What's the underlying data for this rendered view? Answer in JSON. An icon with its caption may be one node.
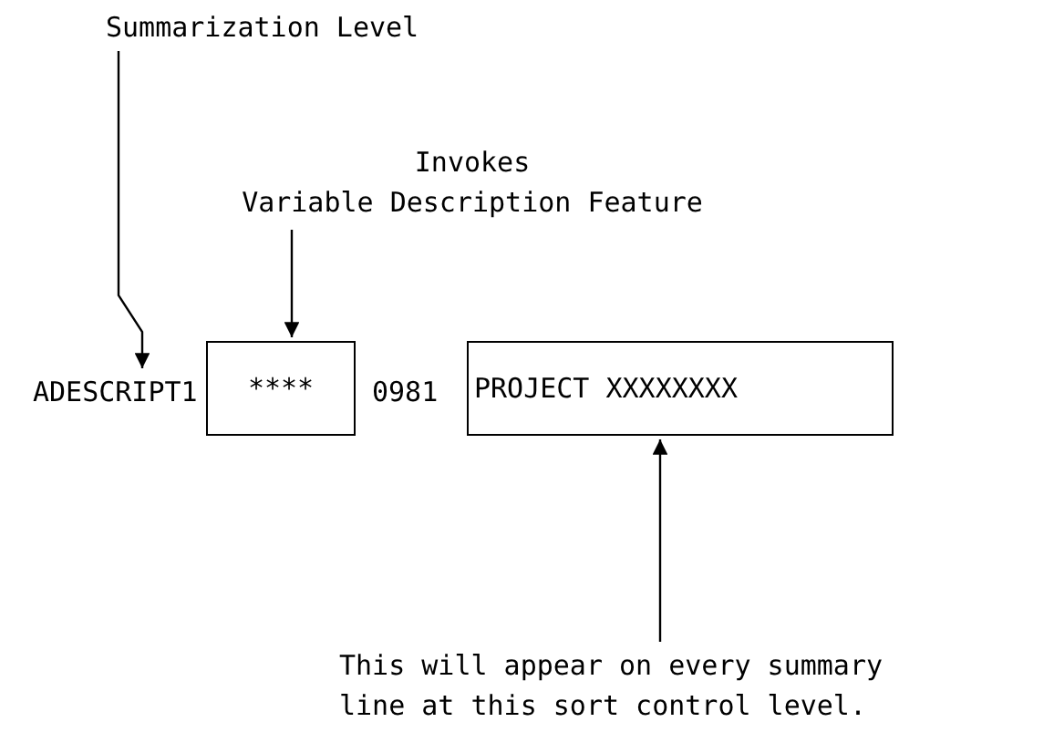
{
  "diagram": {
    "nodes": [
      {
        "text": [
          "Summarization Level"
        ]
      },
      {
        "text": [
          "Invokes",
          "Variable Description Feature"
        ]
      },
      {
        "text": [
          "ADESCRIPT1"
        ]
      },
      {
        "text": [
          "****"
        ]
      },
      {
        "text": [
          "PROJECT XXXXXXXX"
        ]
      },
      {
        "text": [
          "This will appear on every summary line at this sort control level."
        ]
      }
    ],
    "edges": [
      {
        "from": 0,
        "to": 2,
        "arrow": "to"
      },
      {
        "from": 1,
        "to": 3,
        "arrow": "to"
      },
      {
        "from": 5,
        "to": 4,
        "arrow": "to"
      }
    ],
    "labels": [
      "0981"
    ]
  }
}
